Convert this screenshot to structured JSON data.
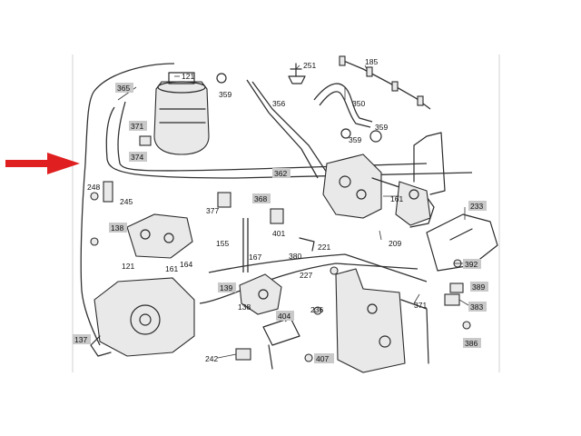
{
  "diagram": {
    "arrow_color": "#e02020",
    "labels": {
      "l365": "365",
      "l121a": "121",
      "l359a": "359",
      "l356": "356",
      "l251": "251",
      "l185": "185",
      "l350": "350",
      "l371a": "371",
      "l374": "374",
      "l359b": "359",
      "l359c": "359",
      "l362": "362",
      "l248": "248",
      "l245": "245",
      "l368": "368",
      "l161a": "161",
      "l233": "233",
      "l377": "377",
      "l138a": "138",
      "l401": "401",
      "l209": "209",
      "l155": "155",
      "l221": "221",
      "l380": "380",
      "l167": "167",
      "l121b": "121",
      "l161b": "161",
      "l164": "164",
      "l392": "392",
      "l227": "227",
      "l139": "139",
      "l138b": "138",
      "l389": "389",
      "l371b": "371",
      "l383": "383",
      "l236": "236",
      "l404": "404",
      "l137": "137",
      "l386": "386",
      "l242": "242",
      "l407": "407"
    }
  }
}
